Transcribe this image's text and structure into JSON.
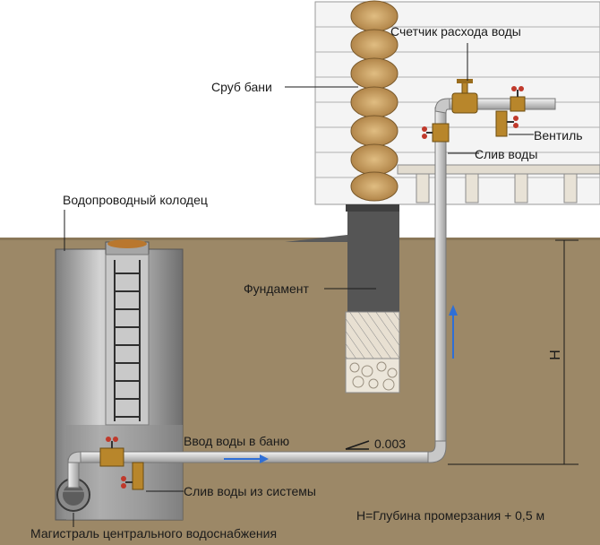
{
  "labels": {
    "meter": "Счетчик расхода воды",
    "log_house": "Сруб бани",
    "valve": "Вентиль",
    "drain_top": "Слив воды",
    "well": "Водопроводный колодец",
    "foundation": "Фундамент",
    "inlet": "Ввод воды в баню",
    "slope": "0.003",
    "drain_system": "Слив воды из системы",
    "main_line": "Магистраль центрального водоснабжения",
    "depth_mark": "H",
    "depth_note": "H=Глубина промерзания + 0,5 м"
  },
  "colors": {
    "ground": "#9c8867",
    "wall_planks": "#f4f4f4",
    "log": "#c9a061",
    "foundation_top": "#555555",
    "foundation_sand": "#e8e0d2",
    "pipe": "#d6d6d6",
    "fitting_brass": "#b8862b",
    "valve_red": "#c0392b",
    "flow_arrow": "#2f6fd6",
    "well_metal": "#9a9a9a"
  }
}
